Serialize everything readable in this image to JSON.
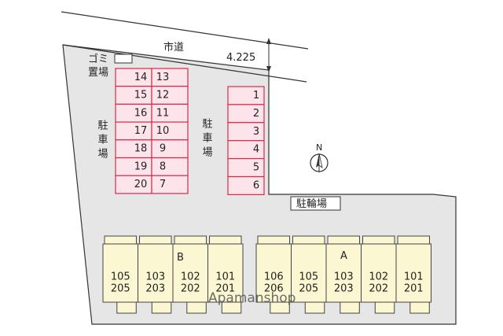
{
  "road": {
    "label": "市道",
    "width": "4.225"
  },
  "garbage": {
    "line1": "ゴミ",
    "line2": "置場"
  },
  "north": {
    "label": "N"
  },
  "parking_left_label": [
    "駐",
    "車",
    "場"
  ],
  "parking_right_label": [
    "駐",
    "車",
    "場"
  ],
  "bicycle": {
    "label": "駐輪場"
  },
  "parking_left_rows": [
    [
      "14",
      "13"
    ],
    [
      "15",
      "12"
    ],
    [
      "16",
      "11"
    ],
    [
      "17",
      "10"
    ],
    [
      "18",
      "9"
    ],
    [
      "19",
      "8"
    ],
    [
      "20",
      "7"
    ]
  ],
  "parking_right": [
    "1",
    "2",
    "3",
    "4",
    "5",
    "6"
  ],
  "building_b": {
    "label": "B",
    "units": [
      {
        "top": "105",
        "bottom": "205"
      },
      {
        "top": "103",
        "bottom": "203"
      },
      {
        "top": "102",
        "bottom": "202"
      },
      {
        "top": "101",
        "bottom": "201"
      }
    ]
  },
  "building_a": {
    "label": "A",
    "units": [
      {
        "top": "106",
        "bottom": "206"
      },
      {
        "top": "105",
        "bottom": "205"
      },
      {
        "top": "103",
        "bottom": "203"
      },
      {
        "top": "102",
        "bottom": "202"
      },
      {
        "top": "101",
        "bottom": "201"
      }
    ]
  },
  "watermark": "Apamanshop",
  "colors": {
    "lot": "#e6e6e6",
    "parking_fill": "#fde4ea",
    "parking_stroke": "#d9294a",
    "building_fill": "#fbf7d2",
    "building_stroke": "#444444"
  }
}
